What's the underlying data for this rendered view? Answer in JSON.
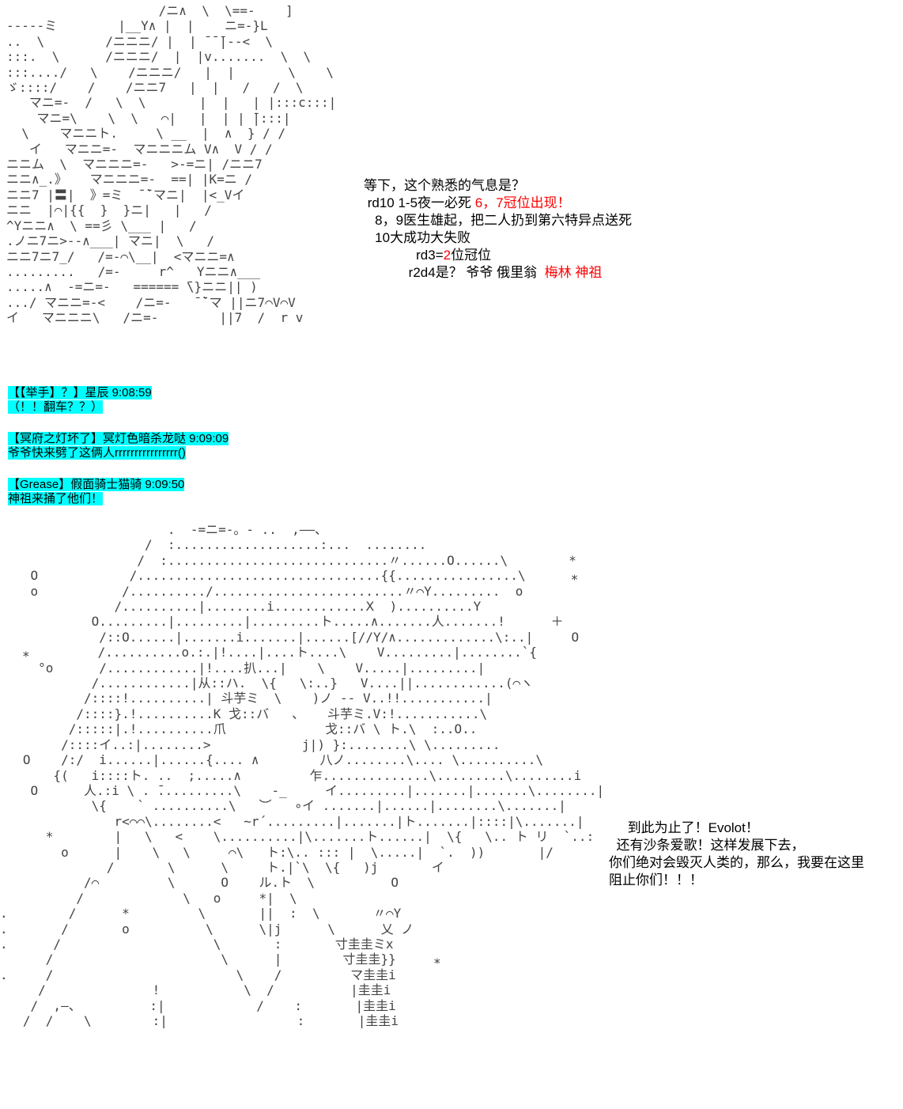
{
  "art": {
    "top": "                    /ニ∧  \\  \\==-    ]\n-----ミ        |__Y∧ |  |    ニ=-}L\n..  \\        /ニニニ/ |  | ̄ ̄ ̄|--<  \\\n:::.  \\      /ニニニ/  |  |v.......  \\  \\\n:::..../   \\    /ニニニ/   |  |       \\    \\\nゞ::::/    /    /ニニ7   |  |   /   /  \\\n   マニ=-  /   \\  \\       |  |   | |:::c:::|\n    マニ=\\    \\  \\   ⌒|   |  | | ̄|:::|\n  \\    マニニト.     \\ __  |  ∧  } / /\n   イ   マニニ=-  マニニニム V∧  V / /\nニニム  \\  マニニニ=-   >-=ニ| /ニニ7\nニニ∧_.》   マニニニ=-  ==| |K=ニ /\nニニ7 |〓|  》=ミ  ̄ ̄`マニ|  |<_Vイ\nニニ  |⌒|{{  }  }ニ|   |   /\n^Yニニ∧  \\ ==彡 \\___ |   /\n.ノニ7ニ>--∧___| マニ|  \\   /\nニニ7ニ7_/   /=-⌒\\__|  <マニニ=∧\n.........   /=-     r^   Yニニ∧___\n.....∧  -=ニ=-   ====== ̄\\}ニニ|| )\n.../ マニニ=-<    /ニ=-   ̄ ̄`マ ||ニ7⌒V⌒V\nイ   マニニニ\\   /ニ=-        ||7  /  r v",
    "bottom": "                      .  -=ニ=-。- ..  ,——、\n                   /  :...................:...  ........\n                  /  :.............................〃......O......\\        *\n    O            /................................{{................\\      ⁎\n    o           /........../.........................〃⌒Y.........  o\n               /..........|........i............Ⅹ  )..........Y\n            O.........|.........|.........ト.....∧.......人.......!      ＋\n             /::O......|.......i.......|......[//Y/∧.............\\:..|     O\n   ⁎         /..........o.:.|!....|....ト....\\    V.........|........`{\n     °o      /............|!....扒...|    \\    V.....|.........|\n            /............|从::ハ.  \\{   \\:..}   V....||............(⌒ヽ\n           /::::!..........| 斗芋ミ  \\    )ノ -- V..!!...........|\n          /::::}.!..........K 戈::バ   、   斗芋ミ.V:!...........\\\n         /:::::|.!..........爪             戈::バ \\ ト.\\  :..O..\n        /::::イ..:|........>            j|) }:........\\ \\.........\n   O    /:/  i......|......{.... ∧        八ノ........\\.... \\..........\\\n       {(   i::::ト. ..  ;.....∧         乍..............\\.........\\........i\n    O      人.:i \\ . ̄..........\\    -_     イ.........|.......|.......\\........|\n            \\{    ` ..........\\   ︶   ∘イ .......|......|........\\.......|\n               r<⌒⌒\\........<   ~r´.........|.......|ト.......|::::|\\.......|\n      *        |   \\   <    \\..........|\\.......ト......|  \\{   \\.. ト リ  `..:\n        o      |    \\   \\     ⌒\\   ト:\\.. ::: |  \\.....|  `.  ))       |/\n              /       \\      \\     ト.|`\\  \\{   )j       イ\n           /⌒         \\      O    ル.ト  \\          O\n          /             \\   o     *|  \\\n.        /      *         \\       ||  :  \\       〃⌒Y\n.       /       o          \\      \\|j      \\      乂 ノ\n.      /                    \\       :       寸圭圭ミx\n      /                      \\      |        寸圭圭}}     ⁎\n.     /                        \\    /         マ圭圭i\n     /              !           \\  /          |圭圭i\n    /  ,—、         :|            /    :       |圭圭i\n   /  /    \\        :|                 :       |圭圭i"
  },
  "narration": {
    "line1": "等下，这个熟悉的气息是？",
    "line2_prefix": " rd10 1-5夜一必死 ",
    "line2_red": "6，7冠位出现！",
    "line3": "   8，9医生雄起，把二人扔到第六特异点送死",
    "line4": "   10大成功大失败",
    "line5_prefix": "              rd3=",
    "line5_red": "2",
    "line5_suffix": "位冠位",
    "line6_prefix": "            r2d4是？ 爷爷 俄里翁  ",
    "line6_red": "梅林 神祖"
  },
  "comments": [
    {
      "header": "【【举手】？】星辰 9:08:59",
      "body": "（！！翻车？？）"
    },
    {
      "header": "【冥府之灯坏了】冥灯色暗杀龙哒 9:09:09",
      "body": "爷爷快来劈了这俩人rrrrrrrrrrrrrrrr()"
    },
    {
      "header": "【Grease】假面骑士猫骑 9:09:50",
      "body": "神祖来捅了他们！"
    }
  ],
  "speech": {
    "line1": "     到此为止了！Evolot！",
    "line2": "  还有沙条爱歌！这样发展下去，",
    "line3": "你们绝对会毁灭人类的，那么，我要在这里",
    "line4": "阻止你们！！！"
  }
}
